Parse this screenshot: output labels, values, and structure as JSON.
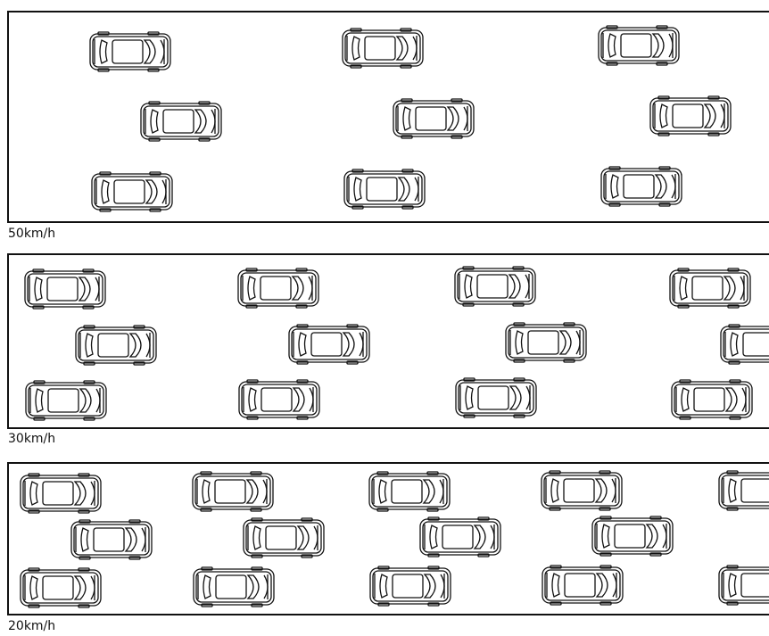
{
  "panels": [
    {
      "speed_label": "50km/h"
    },
    {
      "speed_label": "30km/h"
    },
    {
      "speed_label": "20km/h"
    }
  ],
  "icons": {
    "car": "car-top-view-icon"
  },
  "colors": {
    "line": "#111111",
    "background": "#ffffff"
  }
}
